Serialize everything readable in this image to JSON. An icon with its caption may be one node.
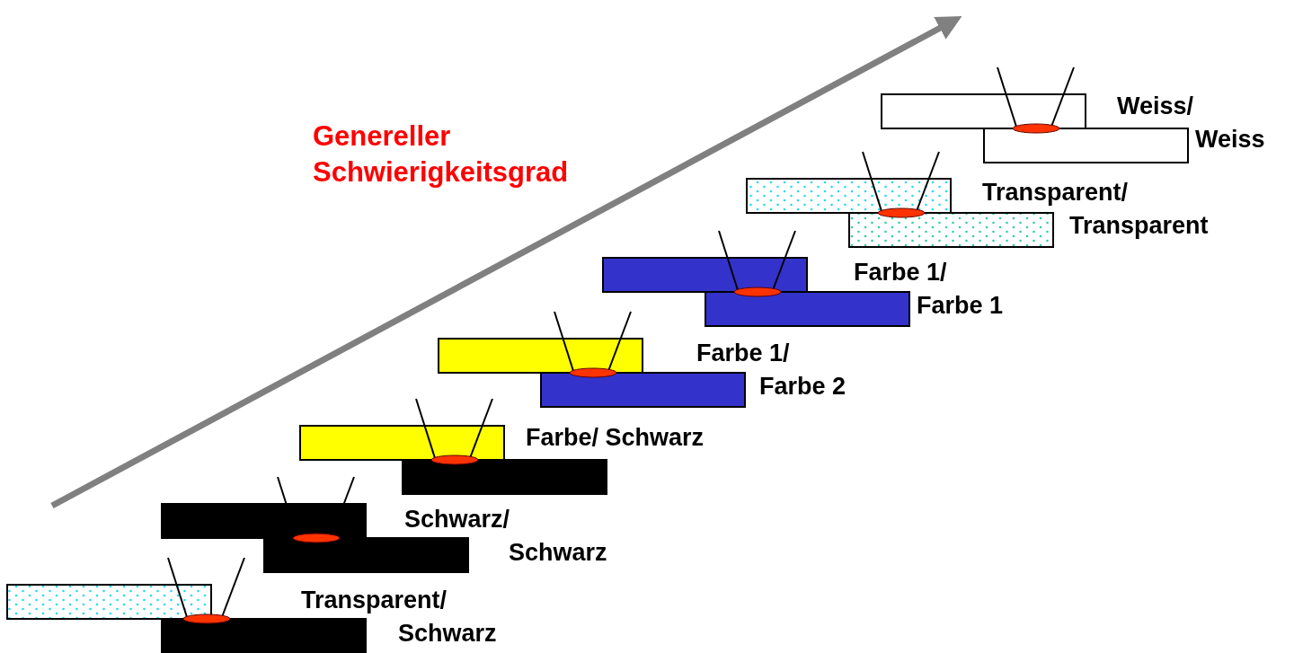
{
  "diagram": {
    "labels": [
      "Genereller Schwierigkeitsgrad",
      "Weiss/ Weiss",
      "Transparent/ Transparent",
      "Farbe 1/ Farbe 1",
      "Farbe 1/ Farbe 2",
      "Farbe/ Schwarz",
      "Schwarz/ Schwarz",
      "Transparent/ Schwarz"
    ]
  }
}
